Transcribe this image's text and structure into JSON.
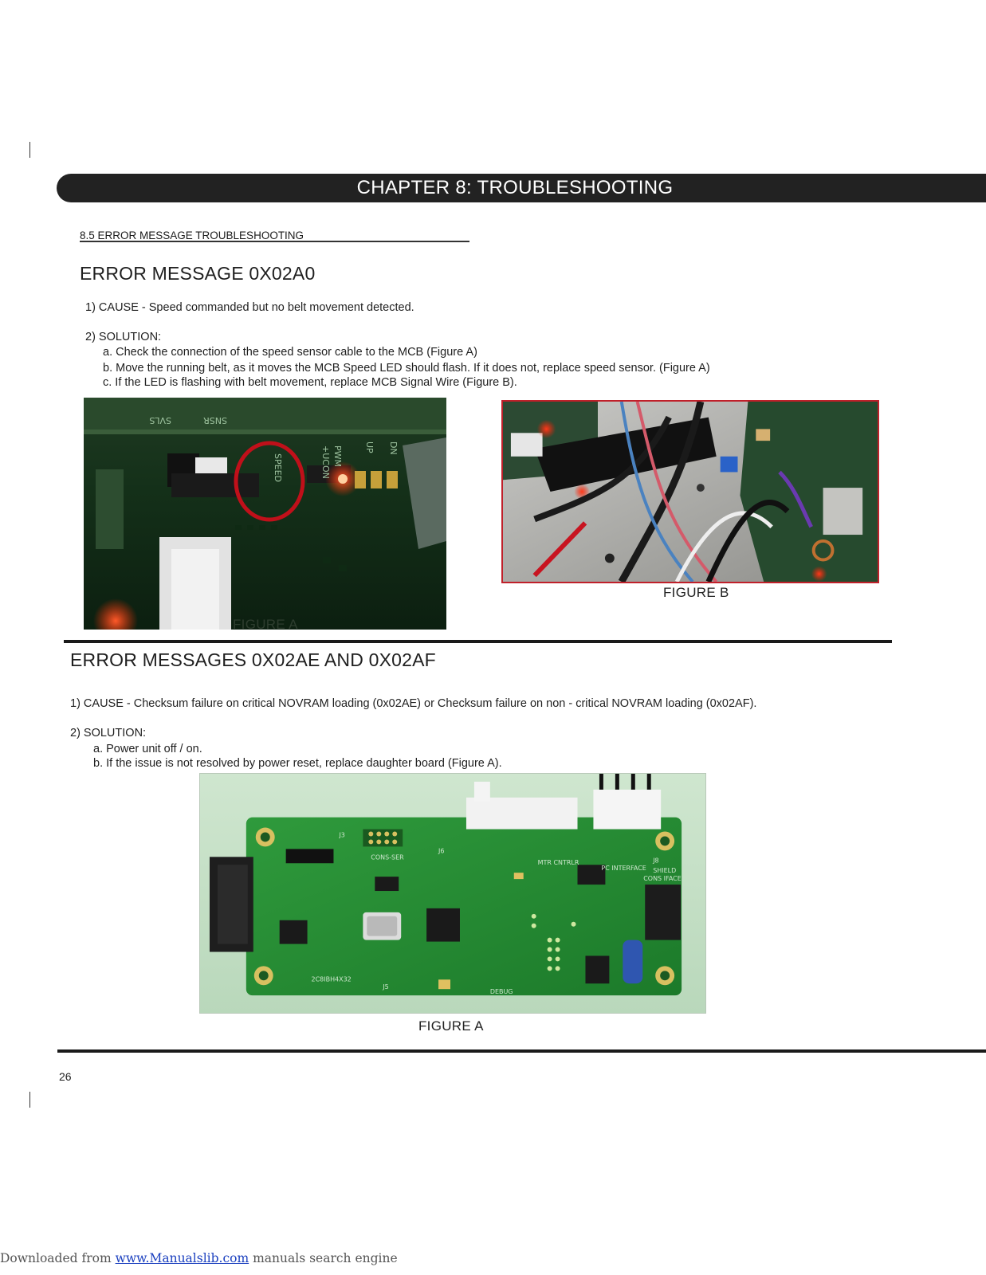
{
  "chapter": {
    "title": "CHAPTER 8: TROUBLESHOOTING"
  },
  "section": {
    "heading": "8.5 ERROR MESSAGE TROUBLESHOOTING"
  },
  "error1": {
    "title": "ERROR MESSAGE 0X02A0",
    "cause": "1)  CAUSE - Speed commanded but no belt movement detected.",
    "solution_label": "2)  SOLUTION:",
    "steps": [
      "a.  Check the connection of the speed sensor cable to the MCB (Figure A)",
      "b.  Move the running belt, as it moves the MCB Speed LED should flash.  If it does not, replace speed sensor.  (Figure A)",
      "c.  If the LED is flashing with belt movement, replace MCB Signal Wire (Figure B)."
    ],
    "figure_a": {
      "caption": "FIGURE A",
      "board_labels": [
        "SPEED",
        "+UCON",
        "PWM",
        "UP",
        "DN",
        "SNSR",
        "SVLS"
      ]
    },
    "figure_b": {
      "caption": "FIGURE B"
    }
  },
  "error2": {
    "title": "ERROR MESSAGES 0X02AE AND 0X02AF",
    "cause": "1)  CAUSE - Checksum failure on critical NOVRAM loading (0x02AE) or Checksum failure on non - critical NOVRAM loading (0x02AF).",
    "solution_label": "2)  SOLUTION:",
    "steps": [
      "a.  Power unit off / on.",
      "b.  If the issue is not resolved by power reset, replace daughter board (Figure A)."
    ],
    "figure_a": {
      "caption": "FIGURE A",
      "board_labels": [
        "CONS-SER",
        "MTR CNTRLR",
        "PC INTERFACE",
        "CONS IFACE",
        "SHIELD",
        "J3",
        "J5",
        "J6",
        "J8",
        "DEBUG",
        "2C8IBH4X32"
      ]
    }
  },
  "page": {
    "number": "26"
  },
  "footer": {
    "prefix": "Downloaded from ",
    "link": "www.Manualslib.com",
    "suffix": " manuals search engine"
  }
}
